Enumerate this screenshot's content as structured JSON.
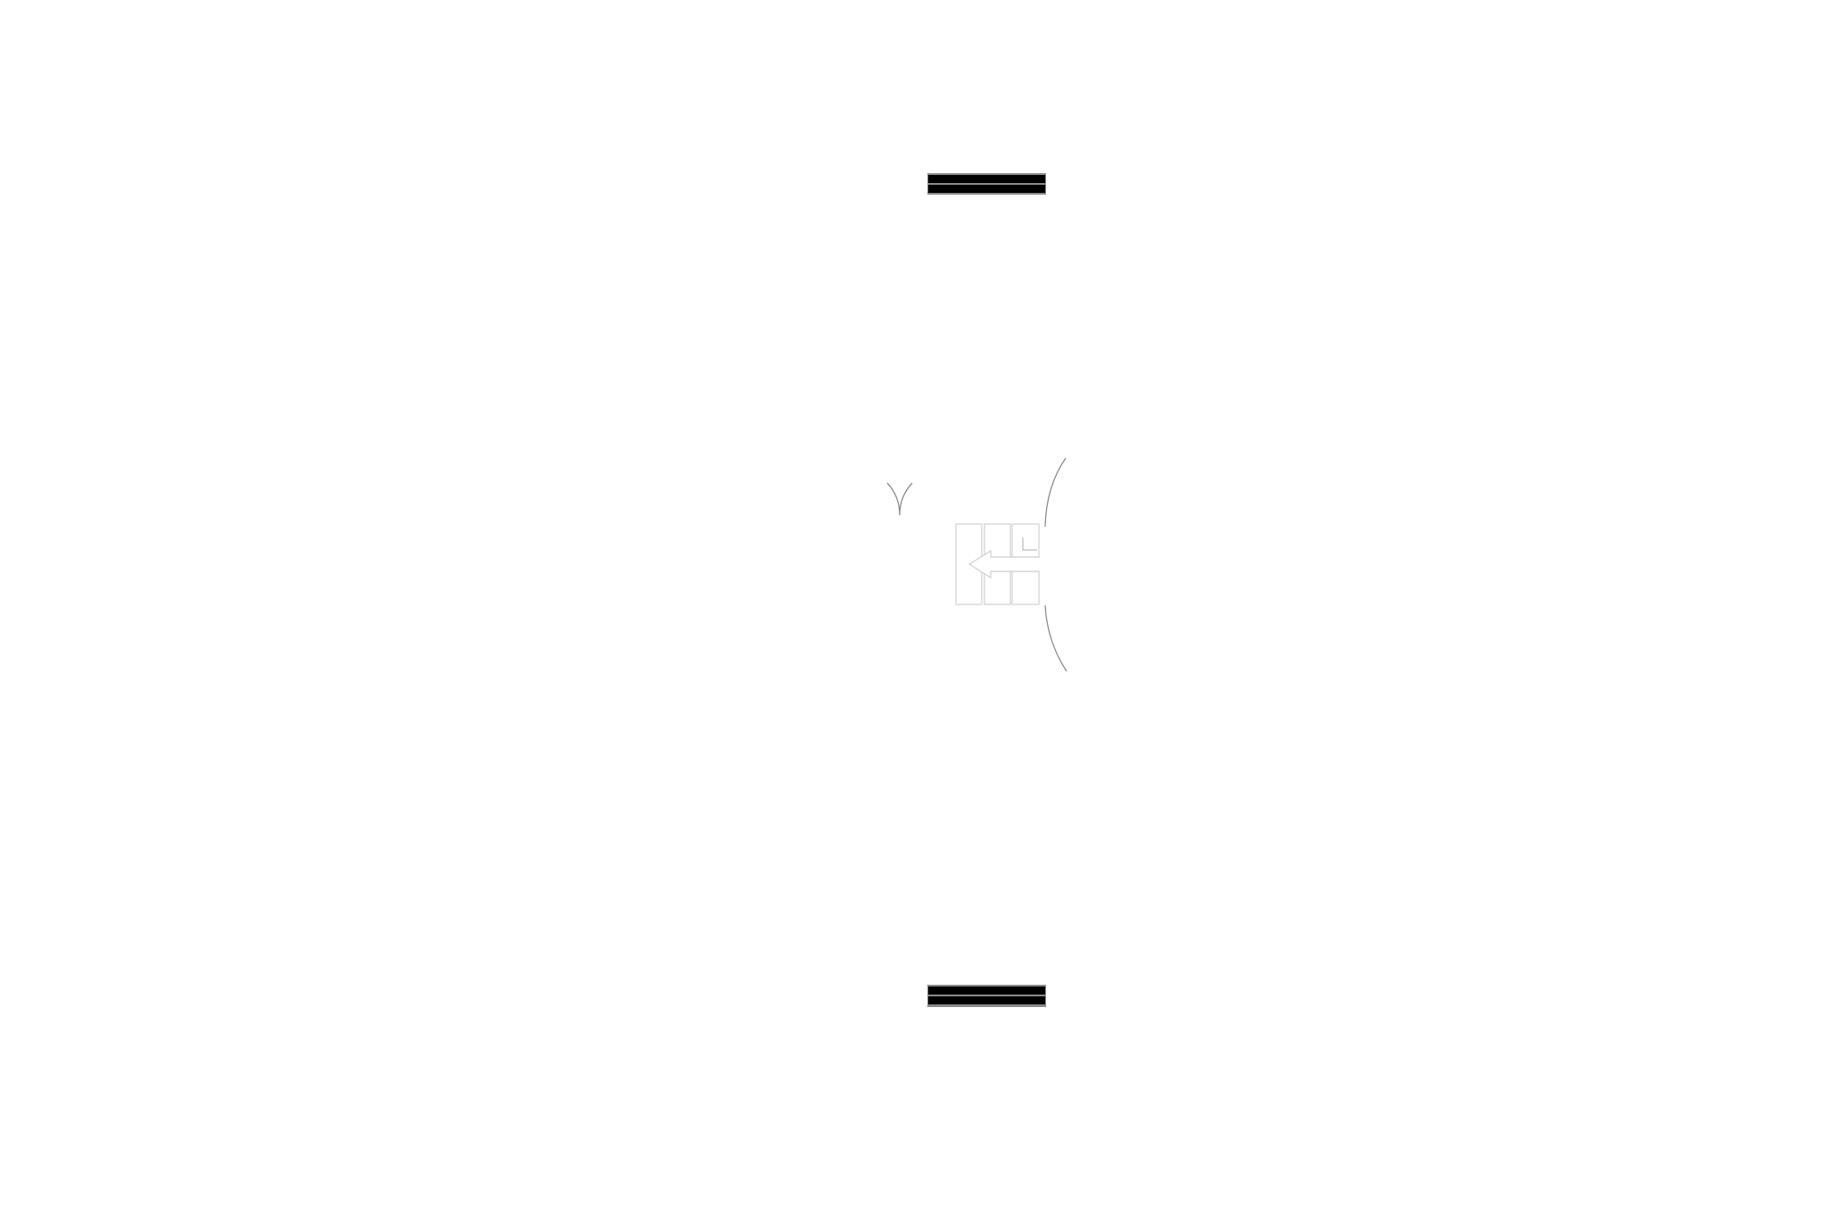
{
  "diagram": {
    "elements": [
      "top-double-bar",
      "v-mark",
      "panel-grid-with-left-arrow",
      "right-arc",
      "bottom-double-bar"
    ]
  },
  "colors": {
    "bar": "#000000",
    "bar_edge": "#8a8a8a",
    "line": "#8c8c8c",
    "panel_outline": "#d0d0d0"
  }
}
